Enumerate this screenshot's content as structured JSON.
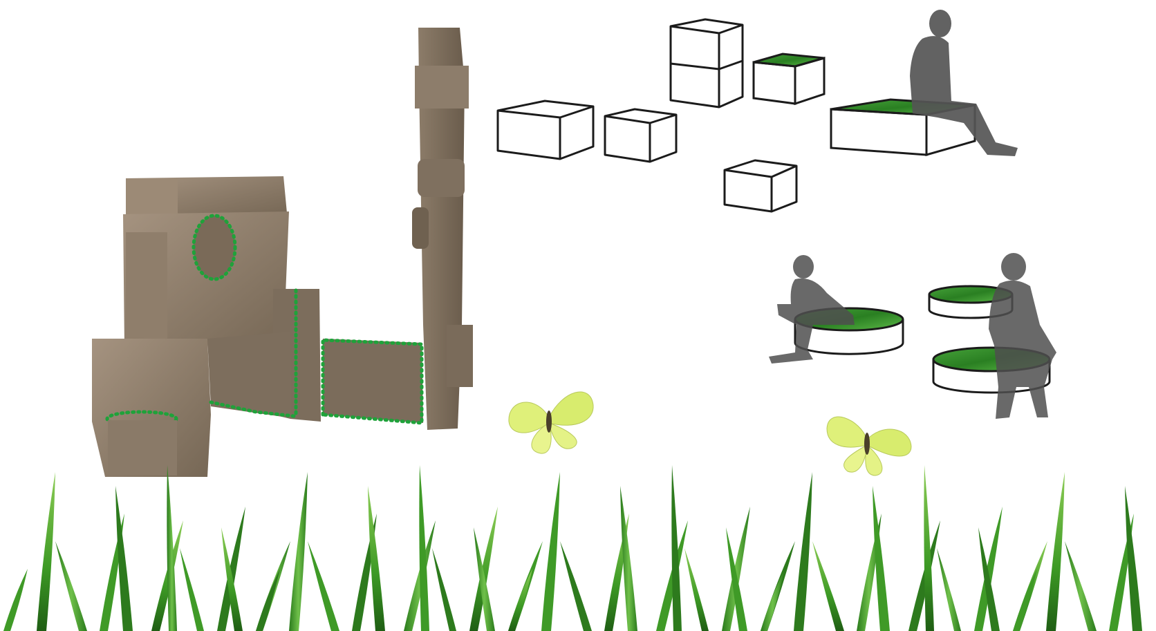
{
  "scene": {
    "background_color": "#ffffff",
    "stone_color": "#8a7a68",
    "stone_dark": "#6e604f",
    "stone_light": "#a89684",
    "outline_color": "#1b1b1b",
    "planter_grass_color": "#2f8a2a",
    "dotted_marker_color": "#1fa23a",
    "silhouette_color": "#555555",
    "butterfly_color": "#dff07a",
    "grass_colors": [
      "#2e7d1f",
      "#49a52a",
      "#7cc24a",
      "#1f5e14"
    ]
  },
  "elements": {
    "sculpture": "stone-sculpture",
    "cubes": "white-box-modules",
    "green_boxes": "green-top-planter-boxes",
    "round_planters": "round-grass-planters",
    "people": "seated-person-silhouettes",
    "butterflies": "butterflies",
    "grass_strip": "grass-blades-border"
  }
}
